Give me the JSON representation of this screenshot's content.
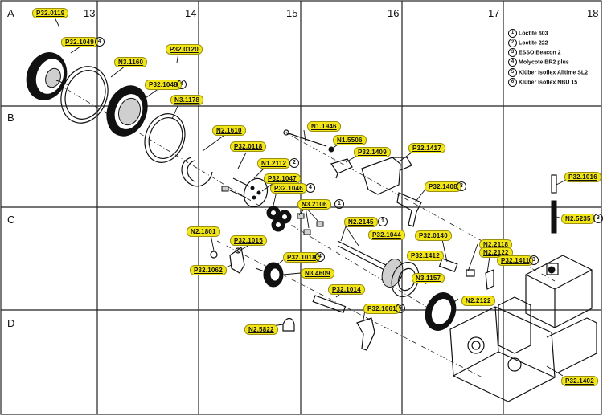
{
  "grid": {
    "columns": [
      "13",
      "14",
      "15",
      "16",
      "17",
      "18"
    ],
    "rows": [
      "A",
      "B",
      "C",
      "D"
    ]
  },
  "legend": [
    {
      "num": "1",
      "text": "Loctite 603"
    },
    {
      "num": "2",
      "text": "Loctite 222"
    },
    {
      "num": "3",
      "text": "ESSO Beacon 2"
    },
    {
      "num": "4",
      "text": "Molycote BR2 plus"
    },
    {
      "num": "5",
      "text": "Klüber Isoflex Alltime SL2"
    },
    {
      "num": "6",
      "text": "Klüber Isoflex NBU 15"
    }
  ],
  "callouts": [
    {
      "code": "P32.0119",
      "mark": ""
    },
    {
      "code": "P32.1049",
      "mark": "4"
    },
    {
      "code": "P32.0120",
      "mark": ""
    },
    {
      "code": "N3.1160",
      "mark": ""
    },
    {
      "code": "P32.1048",
      "mark": "4"
    },
    {
      "code": "N3.1178",
      "mark": ""
    },
    {
      "code": "N2.1610",
      "mark": ""
    },
    {
      "code": "P32.0118",
      "mark": ""
    },
    {
      "code": "N1.2112",
      "mark": "2"
    },
    {
      "code": "P32.1047",
      "mark": ""
    },
    {
      "code": "P32.1046",
      "mark": "4"
    },
    {
      "code": "N1.1946",
      "mark": ""
    },
    {
      "code": "N1.5506",
      "mark": ""
    },
    {
      "code": "P32.1409",
      "mark": ""
    },
    {
      "code": "P32.1417",
      "mark": ""
    },
    {
      "code": "P32.1408",
      "mark": "3"
    },
    {
      "code": "P32.1016",
      "mark": ""
    },
    {
      "code": "N3.2106",
      "mark": "1"
    },
    {
      "code": "N2.2145",
      "mark": "1"
    },
    {
      "code": "P32.1044",
      "mark": ""
    },
    {
      "code": "N2.5235",
      "mark": "3"
    },
    {
      "code": "N2.1801",
      "mark": ""
    },
    {
      "code": "P32.1015",
      "mark": ""
    },
    {
      "code": "P32.0140",
      "mark": ""
    },
    {
      "code": "N2.2118",
      "mark": ""
    },
    {
      "code": "N2.2122",
      "mark": ""
    },
    {
      "code": "P32.1018",
      "mark": "4"
    },
    {
      "code": "P32.1412",
      "mark": ""
    },
    {
      "code": "P32.1411",
      "mark": "3"
    },
    {
      "code": "P32.1062",
      "mark": ""
    },
    {
      "code": "N3.4609",
      "mark": ""
    },
    {
      "code": "N3.1157",
      "mark": ""
    },
    {
      "code": "N2.2122",
      "mark": ""
    },
    {
      "code": "P32.1014",
      "mark": ""
    },
    {
      "code": "P32.1061",
      "mark": "6"
    },
    {
      "code": "N2.5822",
      "mark": ""
    },
    {
      "code": "P32.1402",
      "mark": ""
    }
  ]
}
